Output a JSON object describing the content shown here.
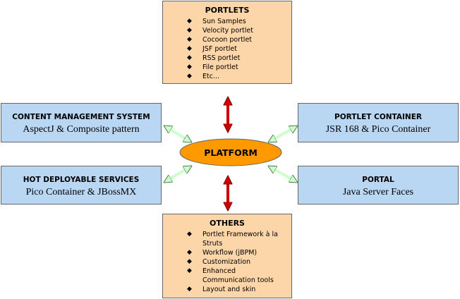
{
  "portlets": {
    "title": "PORTLETS",
    "items": [
      "Sun Samples",
      "Velocity portlet",
      "Cocoon portlet",
      "JSF portlet",
      "RSS portlet",
      "File portlet",
      "Etc..."
    ]
  },
  "others": {
    "title": "OTHERS",
    "items": [
      "Portlet Framework à la Struts",
      "Workflow (jBPM)",
      "Customization",
      "Enhanced Communication tools",
      "Layout and skin"
    ]
  },
  "cms": {
    "title": "CONTENT MANAGEMENT SYSTEM",
    "subtitle": "AspectJ & Composite pattern"
  },
  "hot": {
    "title": "HOT DEPLOYABLE SERVICES",
    "subtitle": "Pico Container & JBossMX"
  },
  "container": {
    "title": "PORTLET CONTAINER",
    "subtitle": "JSR 168 & Pico Container"
  },
  "portal": {
    "title": "PORTAL",
    "subtitle": "Java Server Faces"
  },
  "platform": {
    "label": "PLATFORM"
  },
  "bullet_glyph": "◆",
  "colors": {
    "orange_box": "#fcd5a8",
    "blue_box": "#b9d6f2",
    "platform_fill": "#ff9900",
    "vertical_arrow": "#cc0000",
    "diagonal_arrow": "#ccffcc"
  }
}
